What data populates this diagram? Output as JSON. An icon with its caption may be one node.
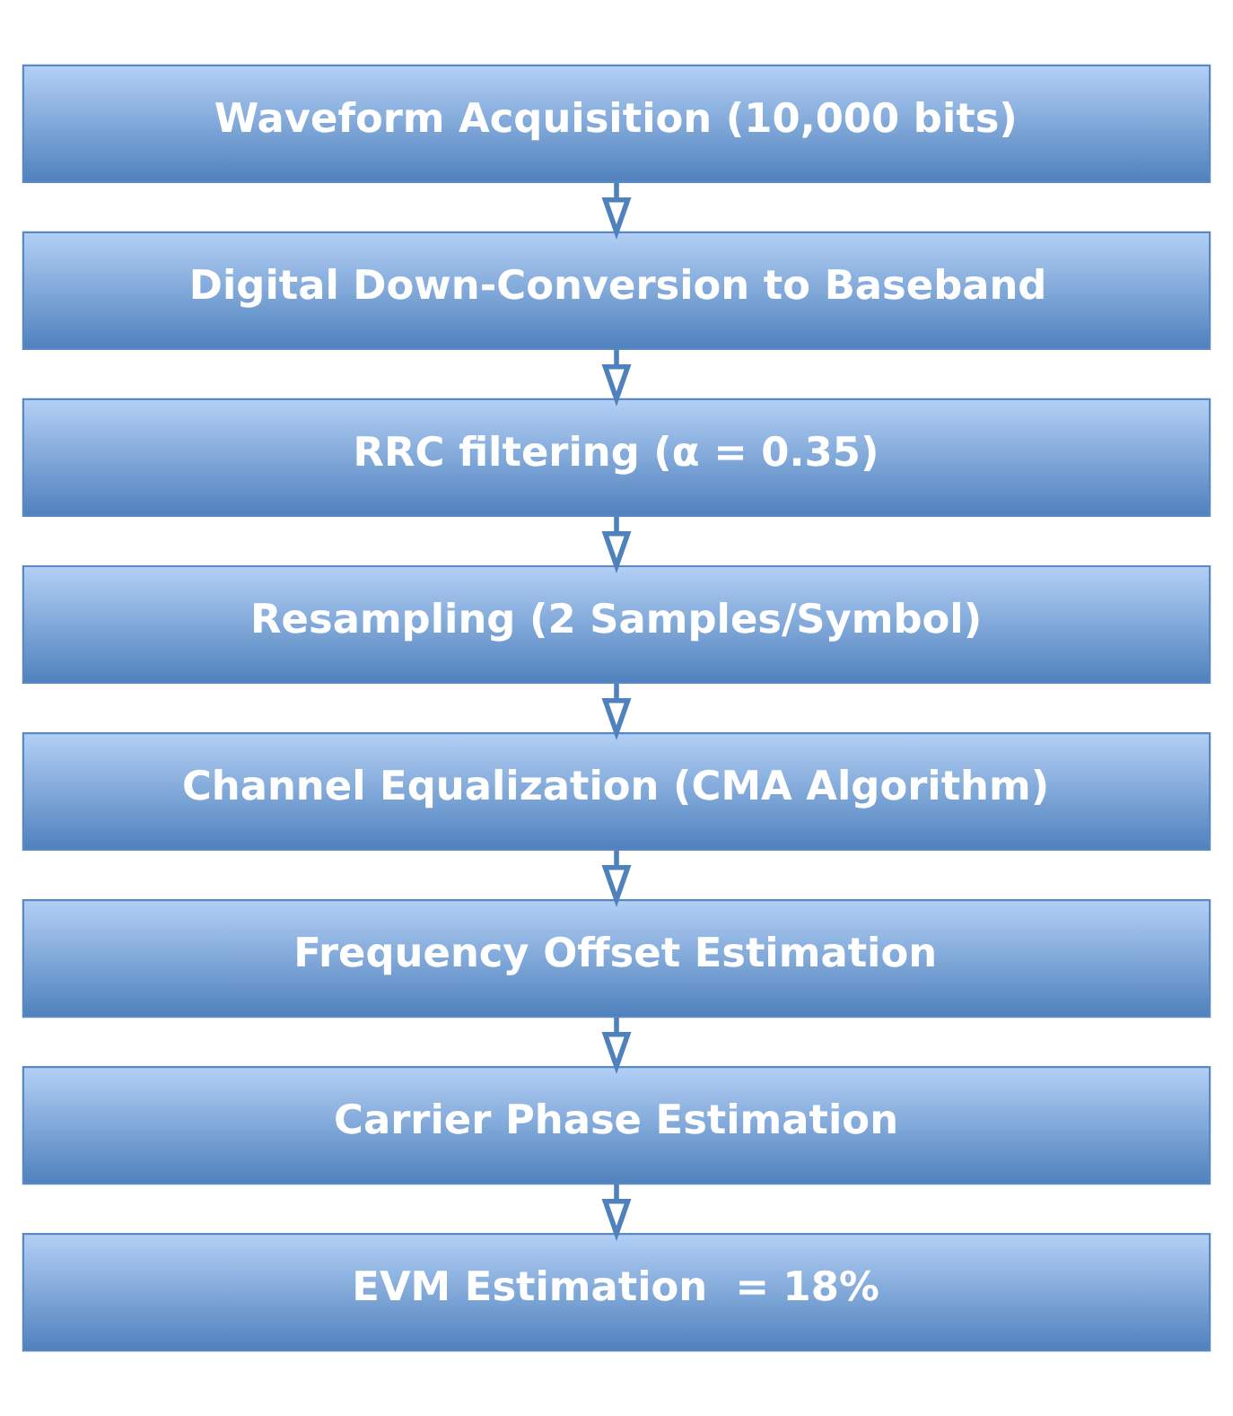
{
  "diagram": {
    "nodes": [
      {
        "text": [
          "Waveform Acquisition (10,000 bits)"
        ]
      },
      {
        "text": [
          "Digital Down-Conversion to Baseband"
        ]
      },
      {
        "text": [
          "RRC filtering (α = 0.35)"
        ]
      },
      {
        "text": [
          "Resampling (2 Samples/Symbol)"
        ]
      },
      {
        "text": [
          "Channel Equalization (CMA Algorithm)"
        ]
      },
      {
        "text": [
          "Frequency Offset Estimation"
        ]
      },
      {
        "text": [
          "Carrier Phase Estimation"
        ]
      },
      {
        "text": [
          "EVM Estimation  = 18%"
        ]
      }
    ],
    "edges": [
      {
        "from": 0,
        "to": 1,
        "arrow": "to"
      },
      {
        "from": 1,
        "to": 2,
        "arrow": "to"
      },
      {
        "from": 2,
        "to": 3,
        "arrow": "to"
      },
      {
        "from": 3,
        "to": 4,
        "arrow": "to"
      },
      {
        "from": 4,
        "to": 5,
        "arrow": "to"
      },
      {
        "from": 5,
        "to": 6,
        "arrow": "to"
      },
      {
        "from": 6,
        "to": 7,
        "arrow": "to"
      }
    ]
  }
}
